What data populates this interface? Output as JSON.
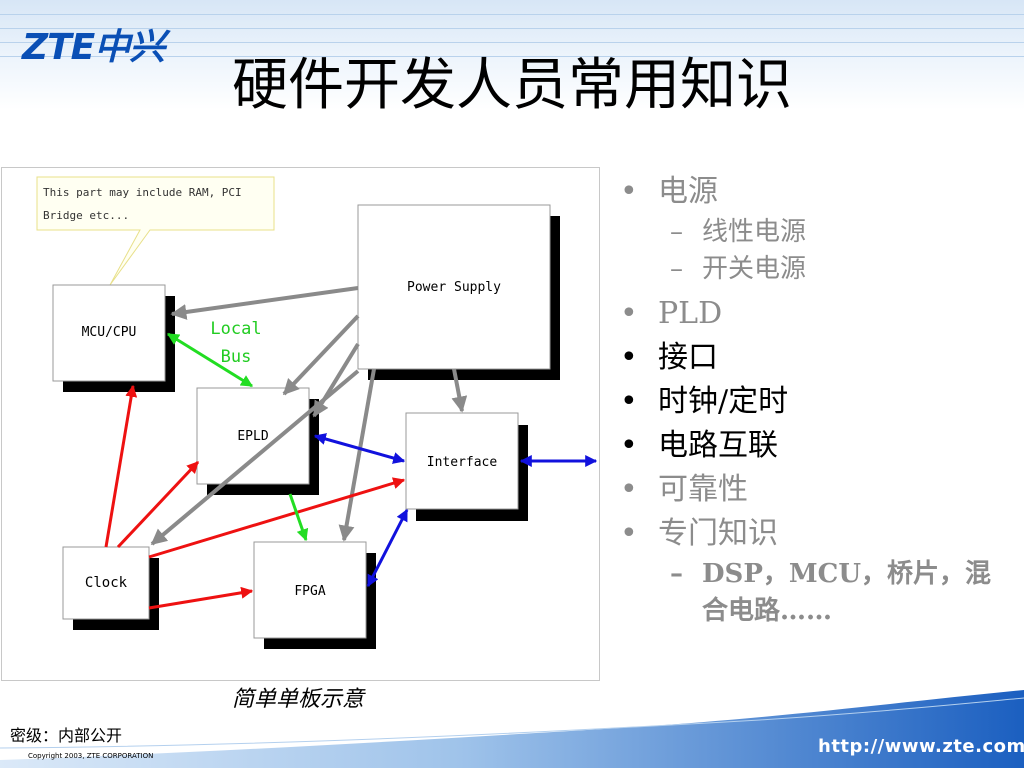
{
  "header": {
    "logo_text": "ZTE中兴",
    "title": "硬件开发人员常用知识"
  },
  "diagram": {
    "callout": {
      "line1": "This part may include RAM, PCI",
      "line2": "Bridge etc..."
    },
    "blocks": {
      "mcu": "MCU/CPU",
      "power": "Power Supply",
      "epld": "EPLD",
      "interface": "Interface",
      "clock": "Clock",
      "fpga": "FPGA"
    },
    "local_bus": {
      "line1": "Local",
      "line2": "Bus"
    },
    "colors": {
      "power_arrow": "#8a8a8a",
      "clock_arrow": "#ee1111",
      "bus_arrow": "#22dd22",
      "interface_arrow": "#1111dd",
      "local_bus_text": "#22cc22"
    },
    "caption": "简单单板示意"
  },
  "bullets": [
    {
      "text": "电源",
      "level": 1,
      "color": "gray",
      "children": [
        {
          "text": "线性电源"
        },
        {
          "text": "开关电源"
        }
      ]
    },
    {
      "text": "PLD",
      "level": 1,
      "color": "gray"
    },
    {
      "text": "接口",
      "level": 1,
      "color": "black"
    },
    {
      "text": "时钟/定时",
      "level": 1,
      "color": "black"
    },
    {
      "text": "电路互联",
      "level": 1,
      "color": "black"
    },
    {
      "text": "可靠性",
      "level": 1,
      "color": "gray"
    },
    {
      "text": "专门知识",
      "level": 1,
      "color": "gray",
      "children": [
        {
          "line1": "DSP，MCU，桥片，混",
          "line2": "合电路……"
        }
      ]
    }
  ],
  "footer": {
    "classification": "密级：内部公开",
    "copyright": "Copyright 2003, ZTE CORPORATION",
    "url": "http://www.zte.com.cn"
  }
}
